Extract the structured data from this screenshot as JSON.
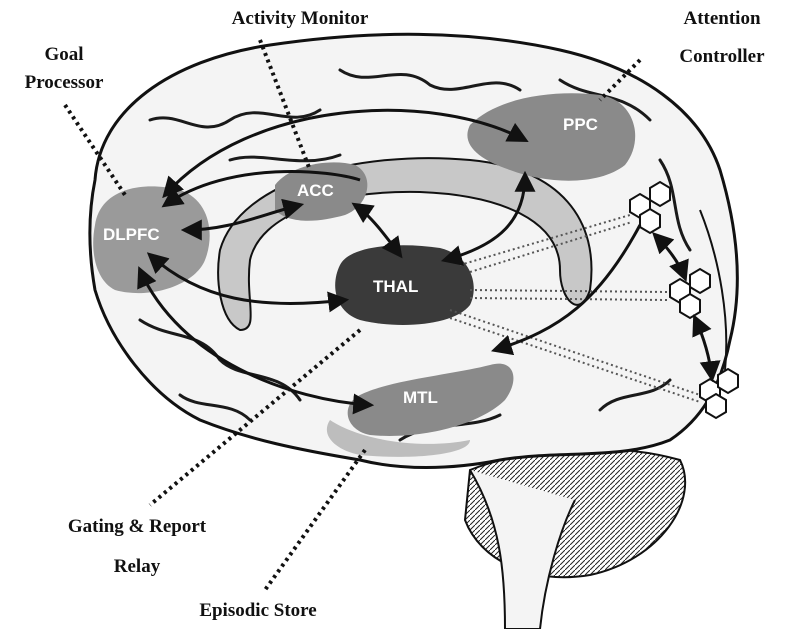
{
  "regions": {
    "dlpfc": "DLPFC",
    "acc": "ACC",
    "ppc": "PPC",
    "thal": "THAL",
    "mtl": "MTL"
  },
  "callouts": {
    "goal_line1": "Goal",
    "goal_line2": "Processor",
    "activity": "Activity Monitor",
    "attention_line1": "Attention",
    "attention_line2": "Controller",
    "gating_line1": "Gating & Report",
    "gating_line2": "Relay",
    "episodic": "Episodic Store"
  },
  "colors": {
    "brain_fill": "#f4f4f4",
    "sulcus_stroke": "#1a1a1a",
    "region_gray": "#8a8a8a",
    "region_light": "#bdbdbd",
    "thalamus": "#3a3a3a",
    "arrow": "#111111"
  }
}
